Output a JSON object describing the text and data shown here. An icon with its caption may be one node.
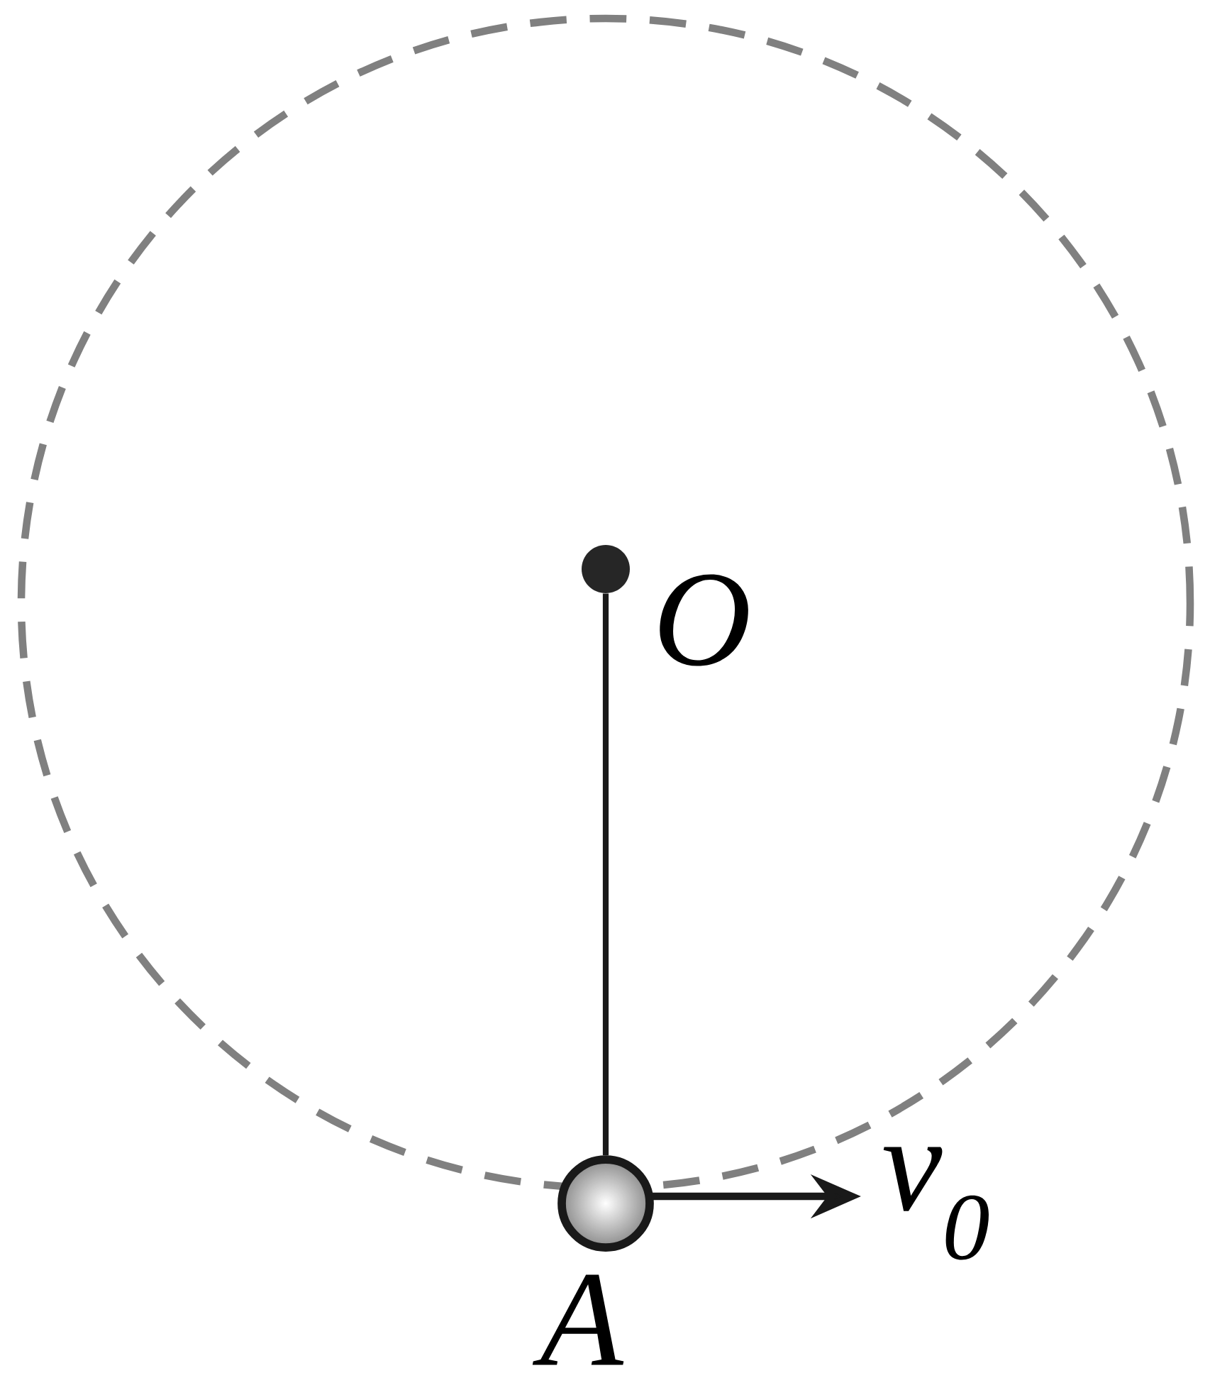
{
  "diagram": {
    "nodes": [
      {
        "text": [],
        "shape": "circle",
        "beside": [
          "O"
        ]
      },
      {
        "text": [],
        "shape": "circle",
        "beside": [
          "A"
        ]
      }
    ],
    "edges": [
      {
        "from": 0,
        "to": 1,
        "arrow": "none"
      }
    ],
    "labels": [
      "v$_{0}$"
    ]
  }
}
